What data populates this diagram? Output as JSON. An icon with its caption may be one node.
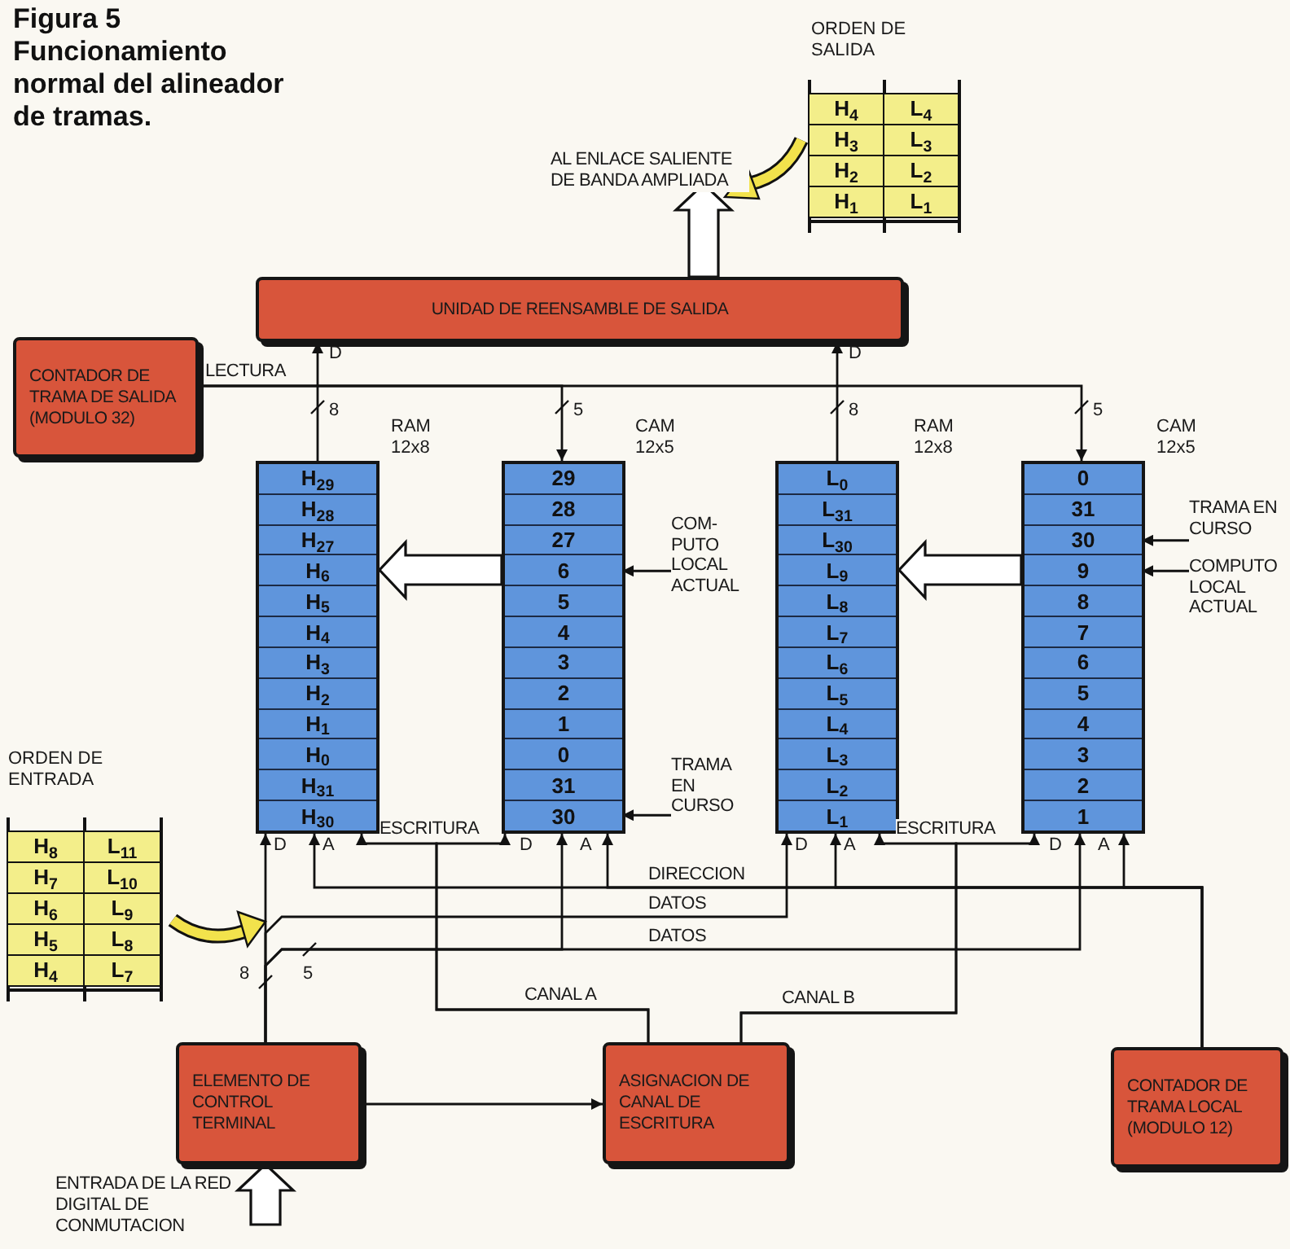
{
  "diagram": {
    "title": "Figura 5 Funcionamiento normal del alineador de tramas.",
    "nodes": [
      {
        "text": [
          "UNIDAD DE REENSAMBLE DE SALIDA"
        ]
      },
      {
        "text": [
          "CONTADOR DE TRAMA DE SALIDA (MODULO 32)"
        ]
      },
      {
        "text": [],
        "shape": "box",
        "beside": [
          "RAM 12x8"
        ]
      },
      {
        "text": [
          "H$_{29}$"
        ],
        "in": 2
      },
      {
        "text": [
          "H$_{28}$"
        ],
        "in": 2
      },
      {
        "text": [
          "H$_{27}$"
        ],
        "in": 2
      },
      {
        "text": [
          "H$_{6}$"
        ],
        "in": 2
      },
      {
        "text": [
          "H$_{5}$"
        ],
        "in": 2
      },
      {
        "text": [
          "H$_{4}$"
        ],
        "in": 2
      },
      {
        "text": [
          "H$_{3}$"
        ],
        "in": 2
      },
      {
        "text": [
          "H$_{2}$"
        ],
        "in": 2
      },
      {
        "text": [
          "H$_{1}$"
        ],
        "in": 2
      },
      {
        "text": [
          "H$_{0}$"
        ],
        "in": 2
      },
      {
        "text": [
          "H$_{31}$"
        ],
        "in": 2
      },
      {
        "text": [
          "H$_{30}$"
        ],
        "in": 2
      },
      {
        "text": [],
        "shape": "box",
        "beside": [
          "CAM 12x5"
        ]
      },
      {
        "text": [
          "29"
        ],
        "in": 15
      },
      {
        "text": [
          "28"
        ],
        "in": 15
      },
      {
        "text": [
          "27"
        ],
        "in": 15
      },
      {
        "text": [
          "6"
        ],
        "in": 15
      },
      {
        "text": [
          "5"
        ],
        "in": 15
      },
      {
        "text": [
          "4"
        ],
        "in": 15
      },
      {
        "text": [
          "3"
        ],
        "in": 15
      },
      {
        "text": [
          "2"
        ],
        "in": 15
      },
      {
        "text": [
          "1"
        ],
        "in": 15
      },
      {
        "text": [
          "0"
        ],
        "in": 15
      },
      {
        "text": [
          "31"
        ],
        "in": 15
      },
      {
        "text": [
          "30"
        ],
        "in": 15
      },
      {
        "text": [],
        "shape": "box",
        "beside": [
          "RAM 12x8"
        ]
      },
      {
        "text": [
          "L$_{0}$"
        ],
        "in": 28
      },
      {
        "text": [
          "L$_{31}$"
        ],
        "in": 28
      },
      {
        "text": [
          "L$_{30}$"
        ],
        "in": 28
      },
      {
        "text": [
          "L$_{9}$"
        ],
        "in": 28
      },
      {
        "text": [
          "L$_{8}$"
        ],
        "in": 28
      },
      {
        "text": [
          "L$_{7}$"
        ],
        "in": 28
      },
      {
        "text": [
          "L$_{6}$"
        ],
        "in": 28
      },
      {
        "text": [
          "L$_{5}$"
        ],
        "in": 28
      },
      {
        "text": [
          "L$_{4}$"
        ],
        "in": 28
      },
      {
        "text": [
          "L$_{3}$"
        ],
        "in": 28
      },
      {
        "text": [
          "L$_{2}$"
        ],
        "in": 28
      },
      {
        "text": [
          "L$_{1}$"
        ],
        "in": 28
      },
      {
        "text": [],
        "shape": "box",
        "beside": [
          "CAM 12x5"
        ]
      },
      {
        "text": [
          "0"
        ],
        "in": 41
      },
      {
        "text": [
          "31"
        ],
        "in": 41
      },
      {
        "text": [
          "30"
        ],
        "in": 41
      },
      {
        "text": [
          "9"
        ],
        "in": 41
      },
      {
        "text": [
          "8"
        ],
        "in": 41
      },
      {
        "text": [
          "7"
        ],
        "in": 41
      },
      {
        "text": [
          "6"
        ],
        "in": 41
      },
      {
        "text": [
          "5"
        ],
        "in": 41
      },
      {
        "text": [
          "4"
        ],
        "in": 41
      },
      {
        "text": [
          "3"
        ],
        "in": 41
      },
      {
        "text": [
          "2"
        ],
        "in": 41
      },
      {
        "text": [
          "1"
        ],
        "in": 41
      },
      {
        "text": [
          "ELEMENTO DE CONTROL TERMINAL"
        ]
      },
      {
        "text": [
          "ASIGNACION DE CANAL DE ESCRITURA"
        ]
      },
      {
        "text": [
          "CONTADOR DE TRAMA LOCAL (MODULO 12)"
        ]
      },
      {
        "text": [
          "COM- PUTO LOCAL ACTUAL"
        ]
      },
      {
        "text": [
          "TRAMA EN CURSO"
        ]
      },
      {
        "text": [
          "TRAMA EN CURSO"
        ]
      },
      {
        "text": [
          "COMPUTO LOCAL ACTUAL"
        ]
      }
    ],
    "edges": [
      {
        "from": 0,
        "to": null,
        "arrow": "to",
        "label": "AL ENLACE SALIENTE DE BANDA AMPLIADA",
        "style": "thick"
      },
      {
        "from": 1,
        "to": 15,
        "arrow": "to",
        "label": "LECTURA"
      },
      {
        "from": 1,
        "to": 41,
        "arrow": "to"
      },
      {
        "from": 2,
        "to": 0,
        "arrow": "to"
      },
      {
        "from": 28,
        "to": 0,
        "arrow": "to"
      },
      {
        "from": 15,
        "to": 2,
        "arrow": "to",
        "style": "thick"
      },
      {
        "from": 41,
        "to": 28,
        "arrow": "to",
        "style": "thick"
      },
      {
        "from": 57,
        "to": 19,
        "arrow": "to"
      },
      {
        "from": 58,
        "to": 27,
        "arrow": "to"
      },
      {
        "from": 59,
        "to": 44,
        "arrow": "to"
      },
      {
        "from": 60,
        "to": 45,
        "arrow": "to"
      },
      {
        "from": 55,
        "to": 2,
        "arrow": "to",
        "label": "ESCRITURA"
      },
      {
        "from": 55,
        "to": 15,
        "arrow": "to",
        "label": "CANAL A"
      },
      {
        "from": 55,
        "to": 28,
        "arrow": "to",
        "label": "ESCRITURA"
      },
      {
        "from": 55,
        "to": 41,
        "arrow": "to",
        "label": "CANAL B"
      },
      {
        "from": 56,
        "to": 2,
        "arrow": "to",
        "label": "DIRECCION"
      },
      {
        "from": 56,
        "to": 15,
        "arrow": "to"
      },
      {
        "from": 56,
        "to": 28,
        "arrow": "to"
      },
      {
        "from": 56,
        "to": 41,
        "arrow": "to"
      },
      {
        "from": 54,
        "to": 2,
        "arrow": "to"
      },
      {
        "from": 54,
        "to": 28,
        "arrow": "to",
        "label": "DATOS"
      },
      {
        "from": 54,
        "to": 15,
        "arrow": "to"
      },
      {
        "from": 54,
        "to": 41,
        "arrow": "to",
        "label": "DATOS"
      },
      {
        "from": 54,
        "to": 55,
        "arrow": "to"
      },
      {
        "from": null,
        "to": 54,
        "arrow": "to",
        "label": "ENTRADA DE LA RED DIGITAL DE CONMUTACION",
        "style": "thick"
      }
    ],
    "labels": [
      "ORDEN DE SALIDA",
      "H$_{4}$",
      "L$_{4}$",
      "H$_{3}$",
      "L$_{3}$",
      "H$_{2}$",
      "L$_{2}$",
      "H$_{1}$",
      "L$_{1}$",
      "D",
      "8",
      "5",
      "D",
      "8",
      "5",
      "ORDEN DE ENTRADA",
      "H$_{8}$",
      "L$_{11}$",
      "H$_{7}$",
      "L$_{10}$",
      "H$_{6}$",
      "L$_{9}$",
      "H$_{5}$",
      "L$_{8}$",
      "H$_{4}$",
      "L$_{7}$",
      "D",
      "A",
      "D",
      "A",
      "D",
      "A",
      "D",
      "A",
      "8",
      "5"
    ]
  }
}
